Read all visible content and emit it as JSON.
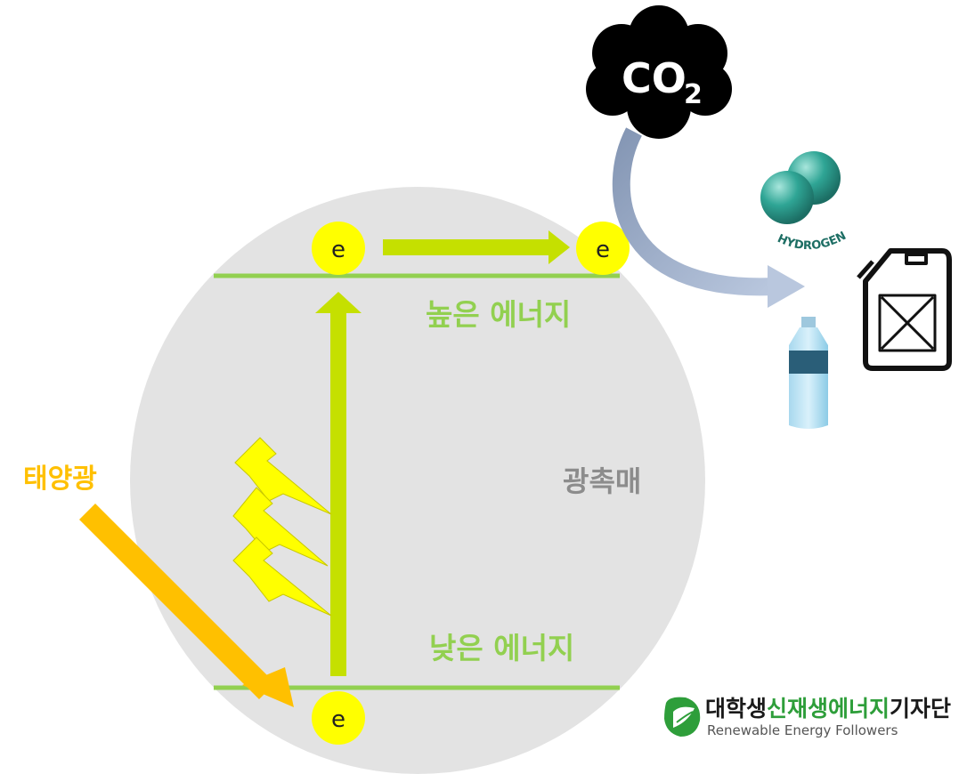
{
  "labels": {
    "high_energy": "높은 에너지",
    "low_energy": "낮은 에너지",
    "photocatalyst": "광촉매",
    "sunlight": "태양광",
    "electron": "e",
    "co2_main": "CO",
    "co2_sub": "2",
    "hydrogen": "HYDROGEN"
  },
  "logo": {
    "name_dark_1": "대학생",
    "name_green": "신재생에너지",
    "name_dark_2": "기자단",
    "subtitle": "Renewable Energy Followers"
  },
  "colors": {
    "circle": "#e3e3e3",
    "energy_line": "#92d050",
    "energy_text": "#92d050",
    "arrow_green": "#c5e000",
    "electron": "#ffff00",
    "sunlight": "#ffc000",
    "bolt": "#ffff00",
    "photocatalyst_text": "#8c8c8c",
    "co2_cloud": "#000000",
    "curve_arrow": "#9aaecc",
    "hydrogen": "#2a9d8f",
    "logo_green": "#2e9e3a"
  },
  "icons": [
    "co2-cloud-icon",
    "hydrogen-molecule-icon",
    "water-bottle-icon",
    "jerry-can-icon",
    "lightning-bolt-icon",
    "leaf-logo-icon"
  ]
}
